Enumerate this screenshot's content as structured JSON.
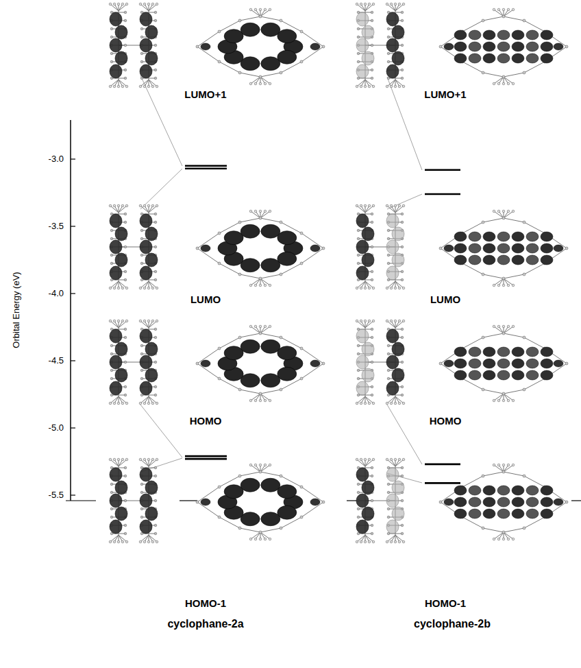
{
  "diagram": {
    "labels": [
      "LUMO+1",
      "LUMO+1",
      "-3.0",
      "-3.5",
      "LUMO",
      "LUMO",
      "-4.0",
      "-4.5",
      "HOMO",
      "HOMO",
      "-5.0",
      "-5.5",
      "HOMO-1",
      "HOMO-1",
      "cyclophane-2a",
      "cyclophane-2b",
      "Orbital Energy (eV)"
    ]
  }
}
